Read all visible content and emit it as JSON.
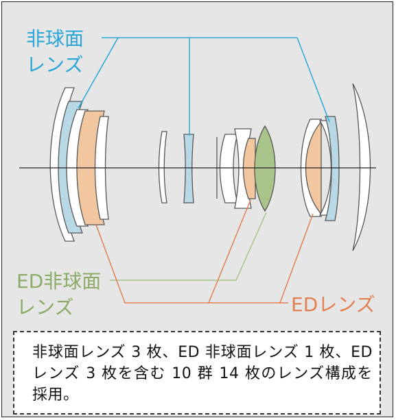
{
  "labels": {
    "aspheric_line1": "非球面",
    "aspheric_line2": "レンズ",
    "ed_aspheric_line1": "ED非球面",
    "ed_aspheric_line2": "レンズ",
    "ed_lens": "EDレンズ"
  },
  "colors": {
    "aspheric": "#b8d8e6",
    "aspheric_label": "#2aa7d6",
    "ed": "#f2c7a0",
    "ed_label": "#e07f50",
    "ed_aspheric": "#a8c48a",
    "ed_aspheric_label": "#8bab67",
    "normal_lens": "#ffffff",
    "outline": "#555555"
  },
  "caption": "非球面レンズ 3 枚、ED 非球面レンズ 1 枚、ED レンズ 3 枚を含む 10 群 14 枚のレンズ構成を採用。"
}
